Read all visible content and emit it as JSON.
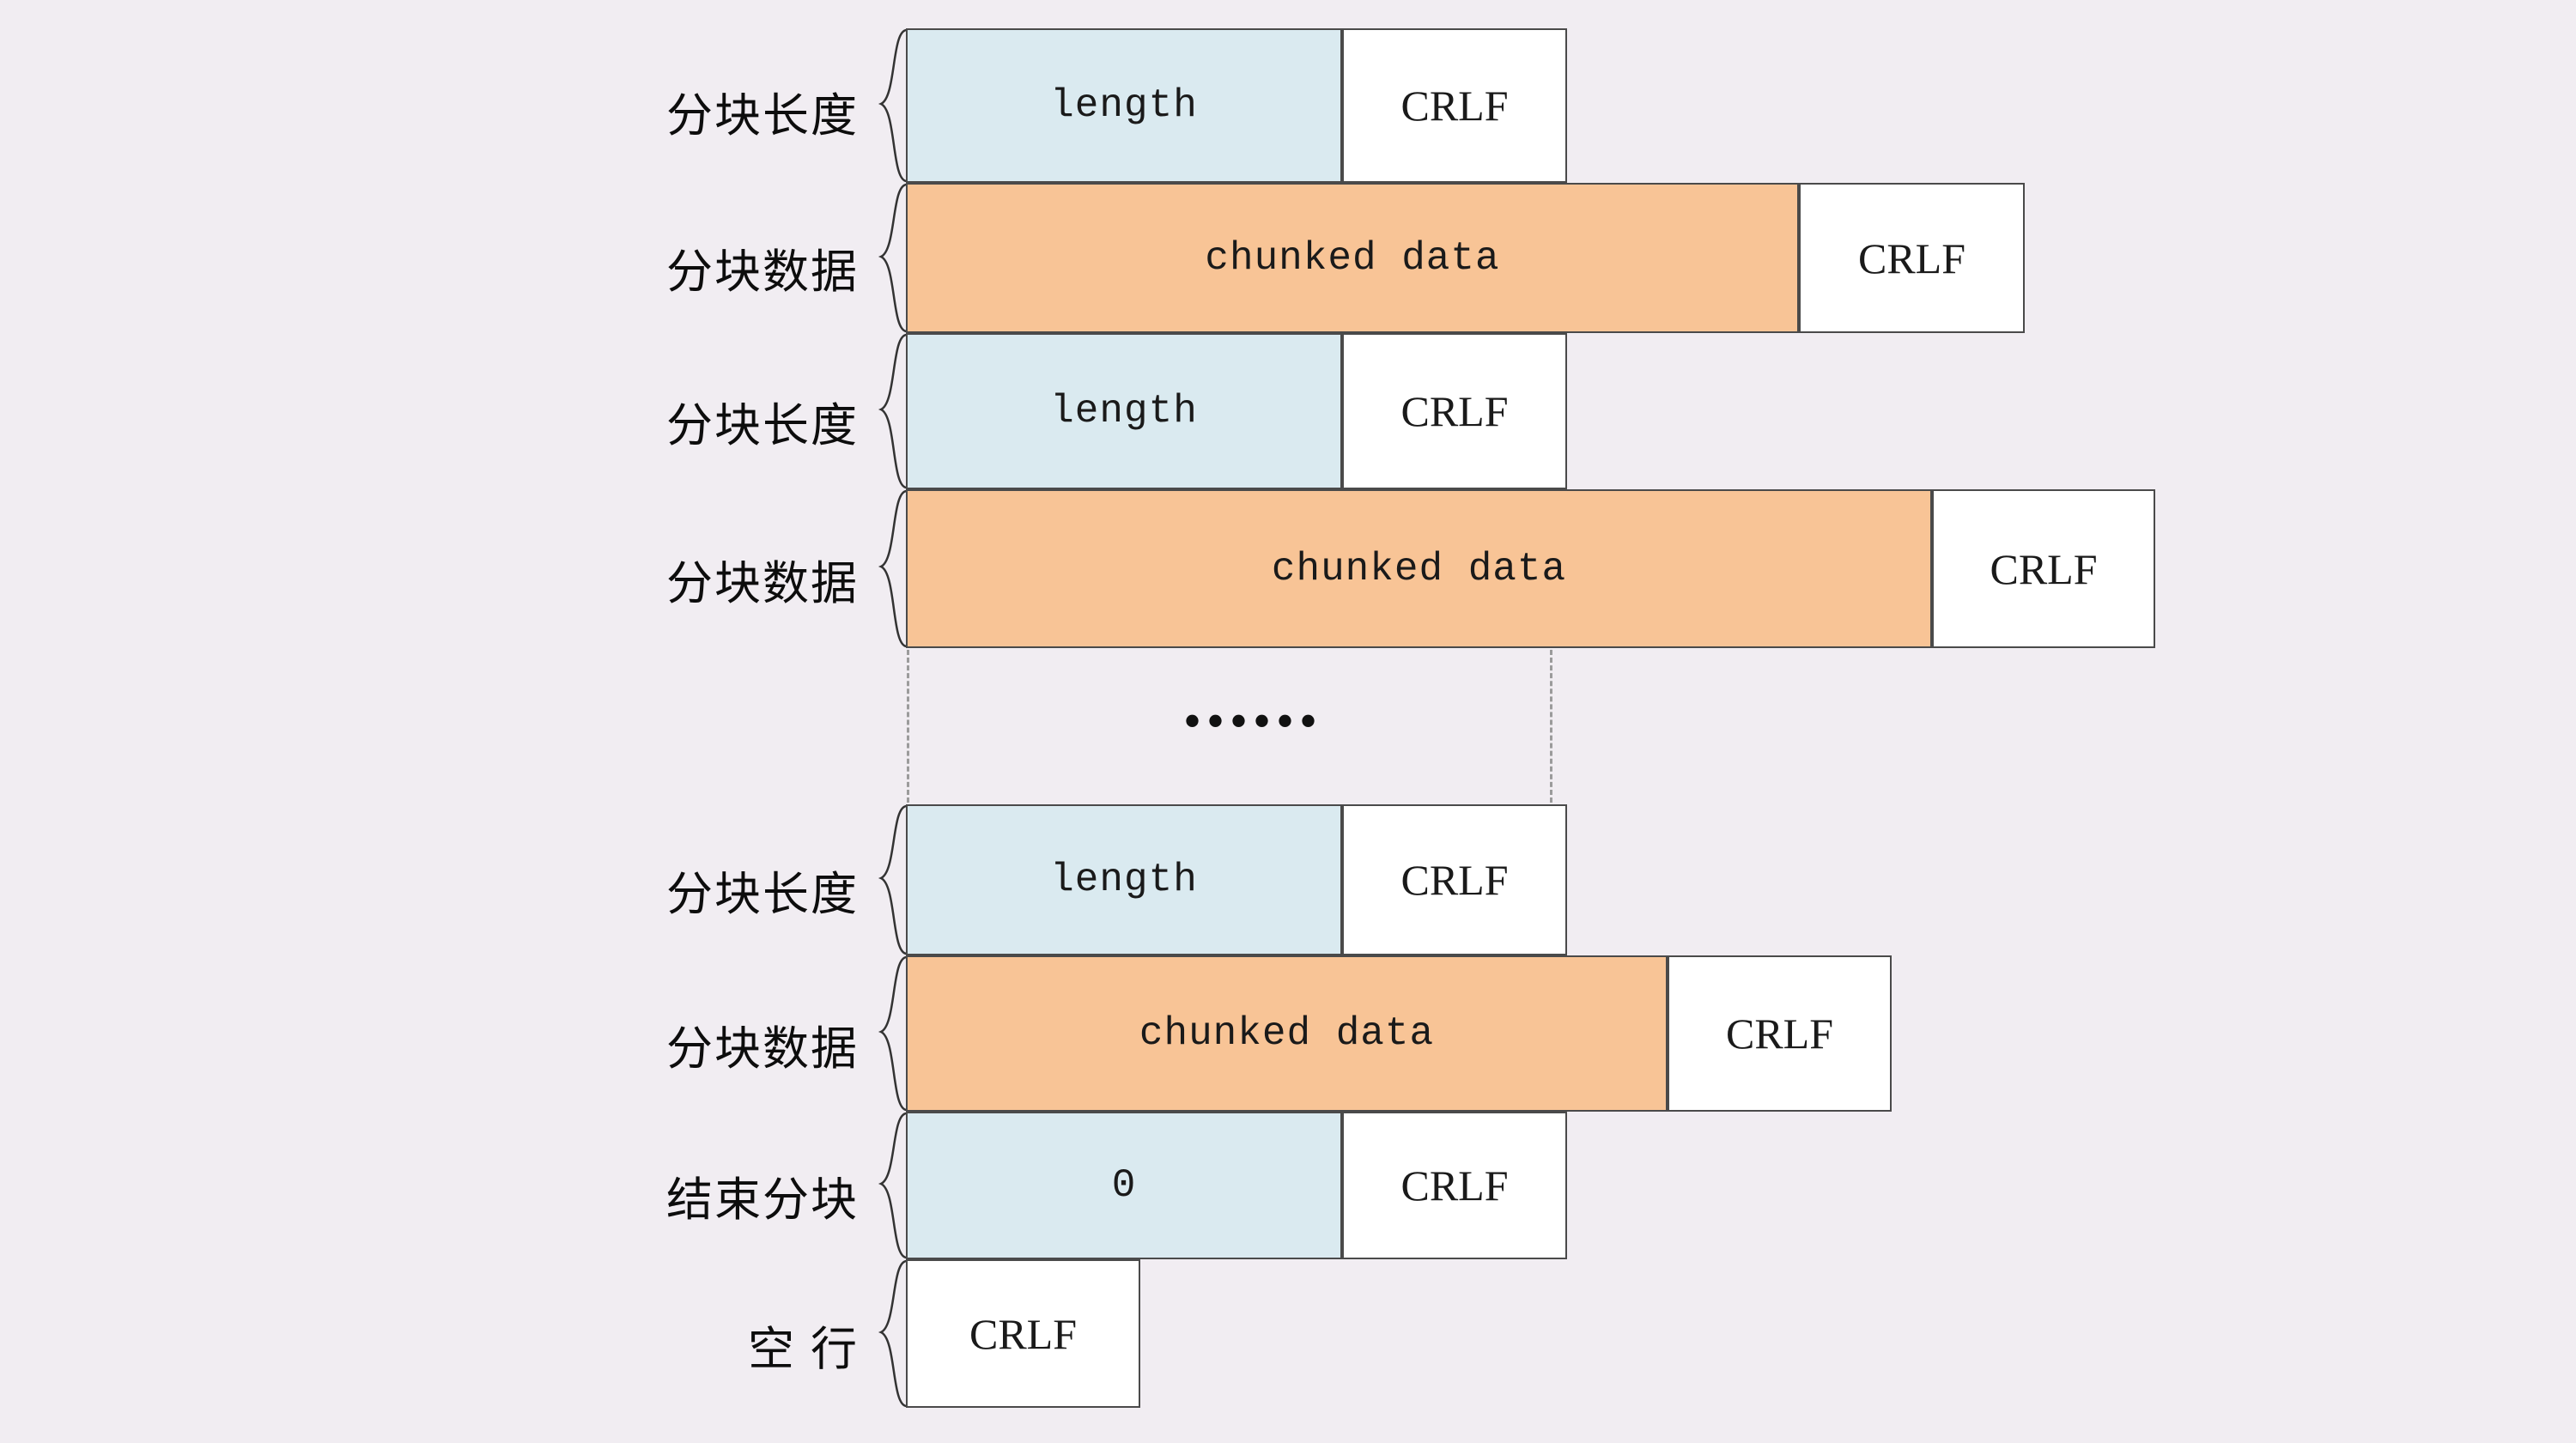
{
  "diagram": {
    "title": "HTTP chunked transfer encoding body structure",
    "background_color": "#f1edf2",
    "length_color": "#daeaf0",
    "data_color": "#f8c496",
    "crlf_color": "#ffffff",
    "border_color": "#4a4a4a",
    "ellipsis": "••••••",
    "rows": [
      {
        "label": "分块长度",
        "main_text": "length",
        "main_kind": "length",
        "crlf_text": "CRLF"
      },
      {
        "label": "分块数据",
        "main_text": "chunked data",
        "main_kind": "data",
        "crlf_text": "CRLF"
      },
      {
        "label": "分块长度",
        "main_text": "length",
        "main_kind": "length",
        "crlf_text": "CRLF"
      },
      {
        "label": "分块数据",
        "main_text": "chunked data",
        "main_kind": "data",
        "crlf_text": "CRLF"
      },
      {
        "label": "分块长度",
        "main_text": "length",
        "main_kind": "length",
        "crlf_text": "CRLF"
      },
      {
        "label": "分块数据",
        "main_text": "chunked data",
        "main_kind": "data",
        "crlf_text": "CRLF"
      },
      {
        "label": "结束分块",
        "main_text": "0",
        "main_kind": "length",
        "crlf_text": "CRLF"
      },
      {
        "label": "空    行",
        "main_text": "",
        "main_kind": "none",
        "crlf_text": "CRLF"
      }
    ]
  }
}
